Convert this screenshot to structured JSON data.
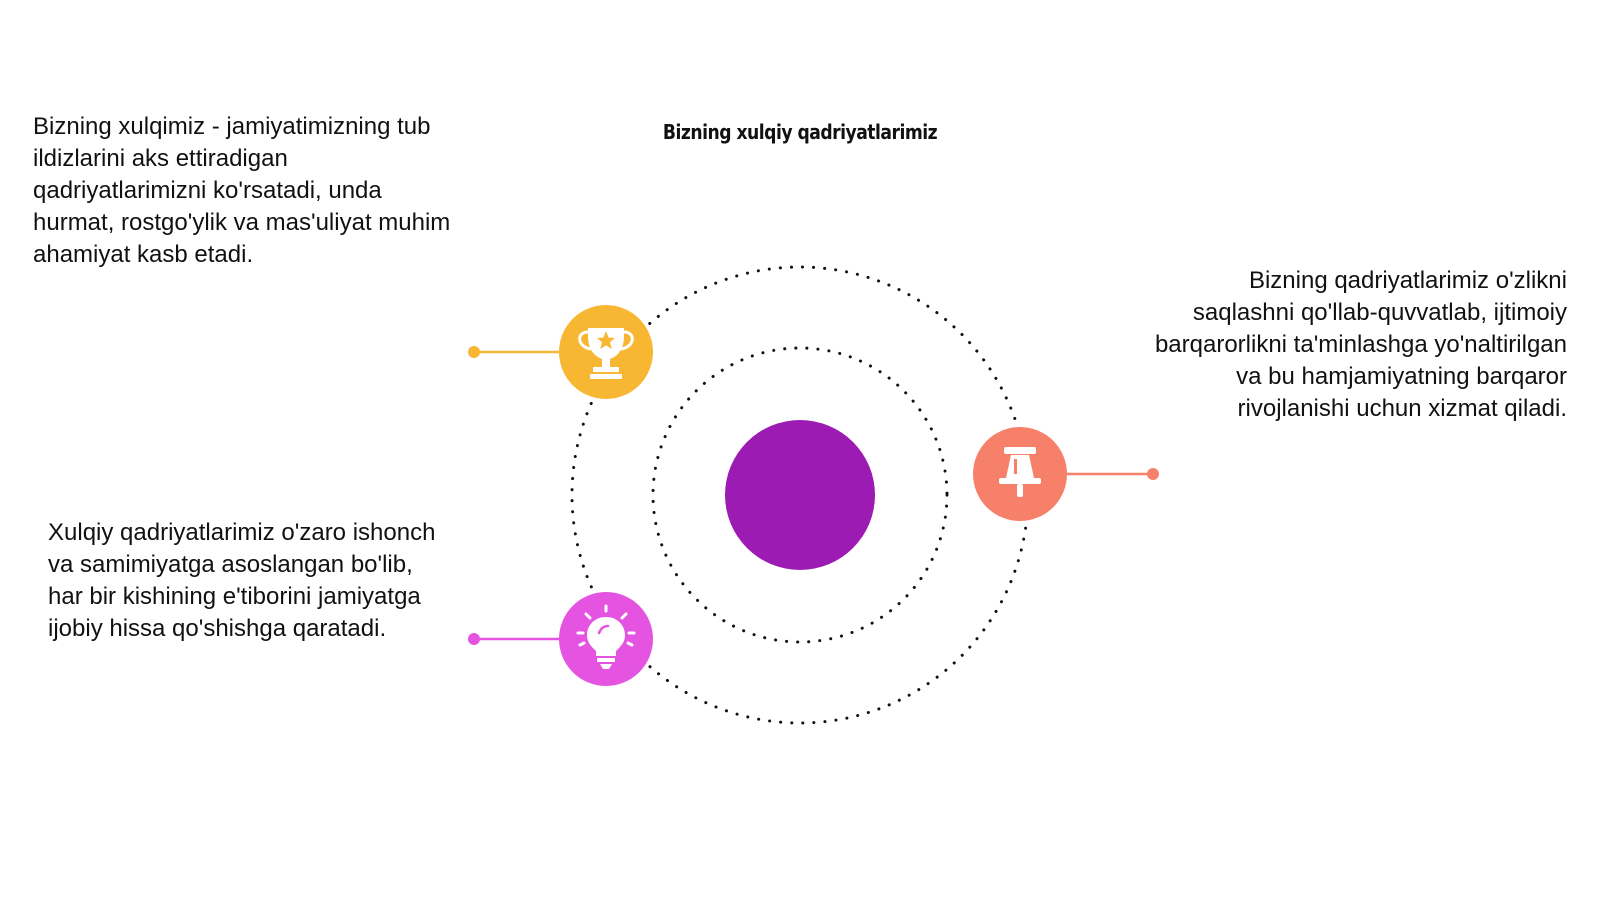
{
  "title": "Bizning xulqiy qadriyatlarimiz",
  "items": [
    {
      "text": "Bizning xulqimiz - jamiyatimizning tub ildizlarini aks ettiradigan qadriyatlarimizni ko'rsatadi, unda hurmat, rostgo'ylik va mas'uliyat muhim ahamiyat kasb etadi.",
      "icon": "trophy-icon",
      "color": "#f7b733"
    },
    {
      "text": "Xulqiy qadriyatlarimiz o'zaro ishonch va samimiyatga asoslangan bo'lib, har bir kishining e'tiborini jamiyatga ijobiy hissa qo'shishga qaratadi.",
      "icon": "lightbulb-icon",
      "color": "#e454e0"
    },
    {
      "text": "Bizning qadriyatlarimiz o'zlikni saqlashni qo'llab-quvvatlab, ijtimoiy barqarorlikni ta'minlashga yo'naltirilgan va bu hamjamiyatning barqaror rivojlanishi uchun xizmat qiladi.",
      "icon": "pushpin-icon",
      "color": "#f7806a"
    }
  ],
  "center_color": "#9c1cb3"
}
